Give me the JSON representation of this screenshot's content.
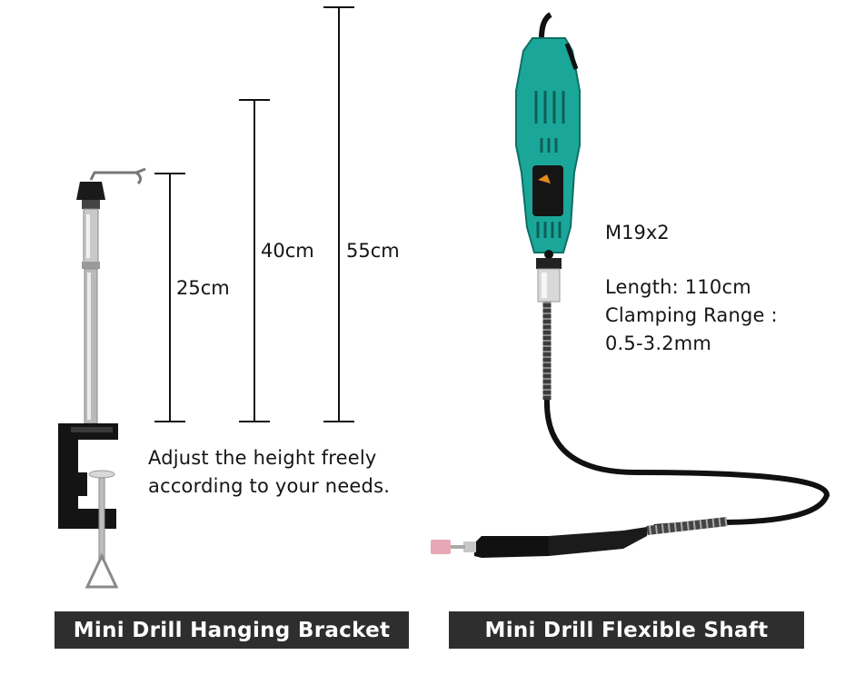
{
  "measurements": {
    "m25": "25cm",
    "m40": "40cm",
    "m55": "55cm"
  },
  "bracket": {
    "description_line1": "Adjust the height freely",
    "description_line2": "according to your needs.",
    "banner": "Mini Drill Hanging Bracket"
  },
  "shaft": {
    "spec_thread": "M19x2",
    "spec_length": "Length: 110cm",
    "spec_clamp_line1": "Clamping Range :",
    "spec_clamp_line2": "0.5-3.2mm",
    "banner": "Mini Drill Flexible Shaft"
  },
  "colors": {
    "tool_body": "#1aa79a",
    "banner_bg": "#2e2e2e",
    "clamp": "#141414"
  }
}
